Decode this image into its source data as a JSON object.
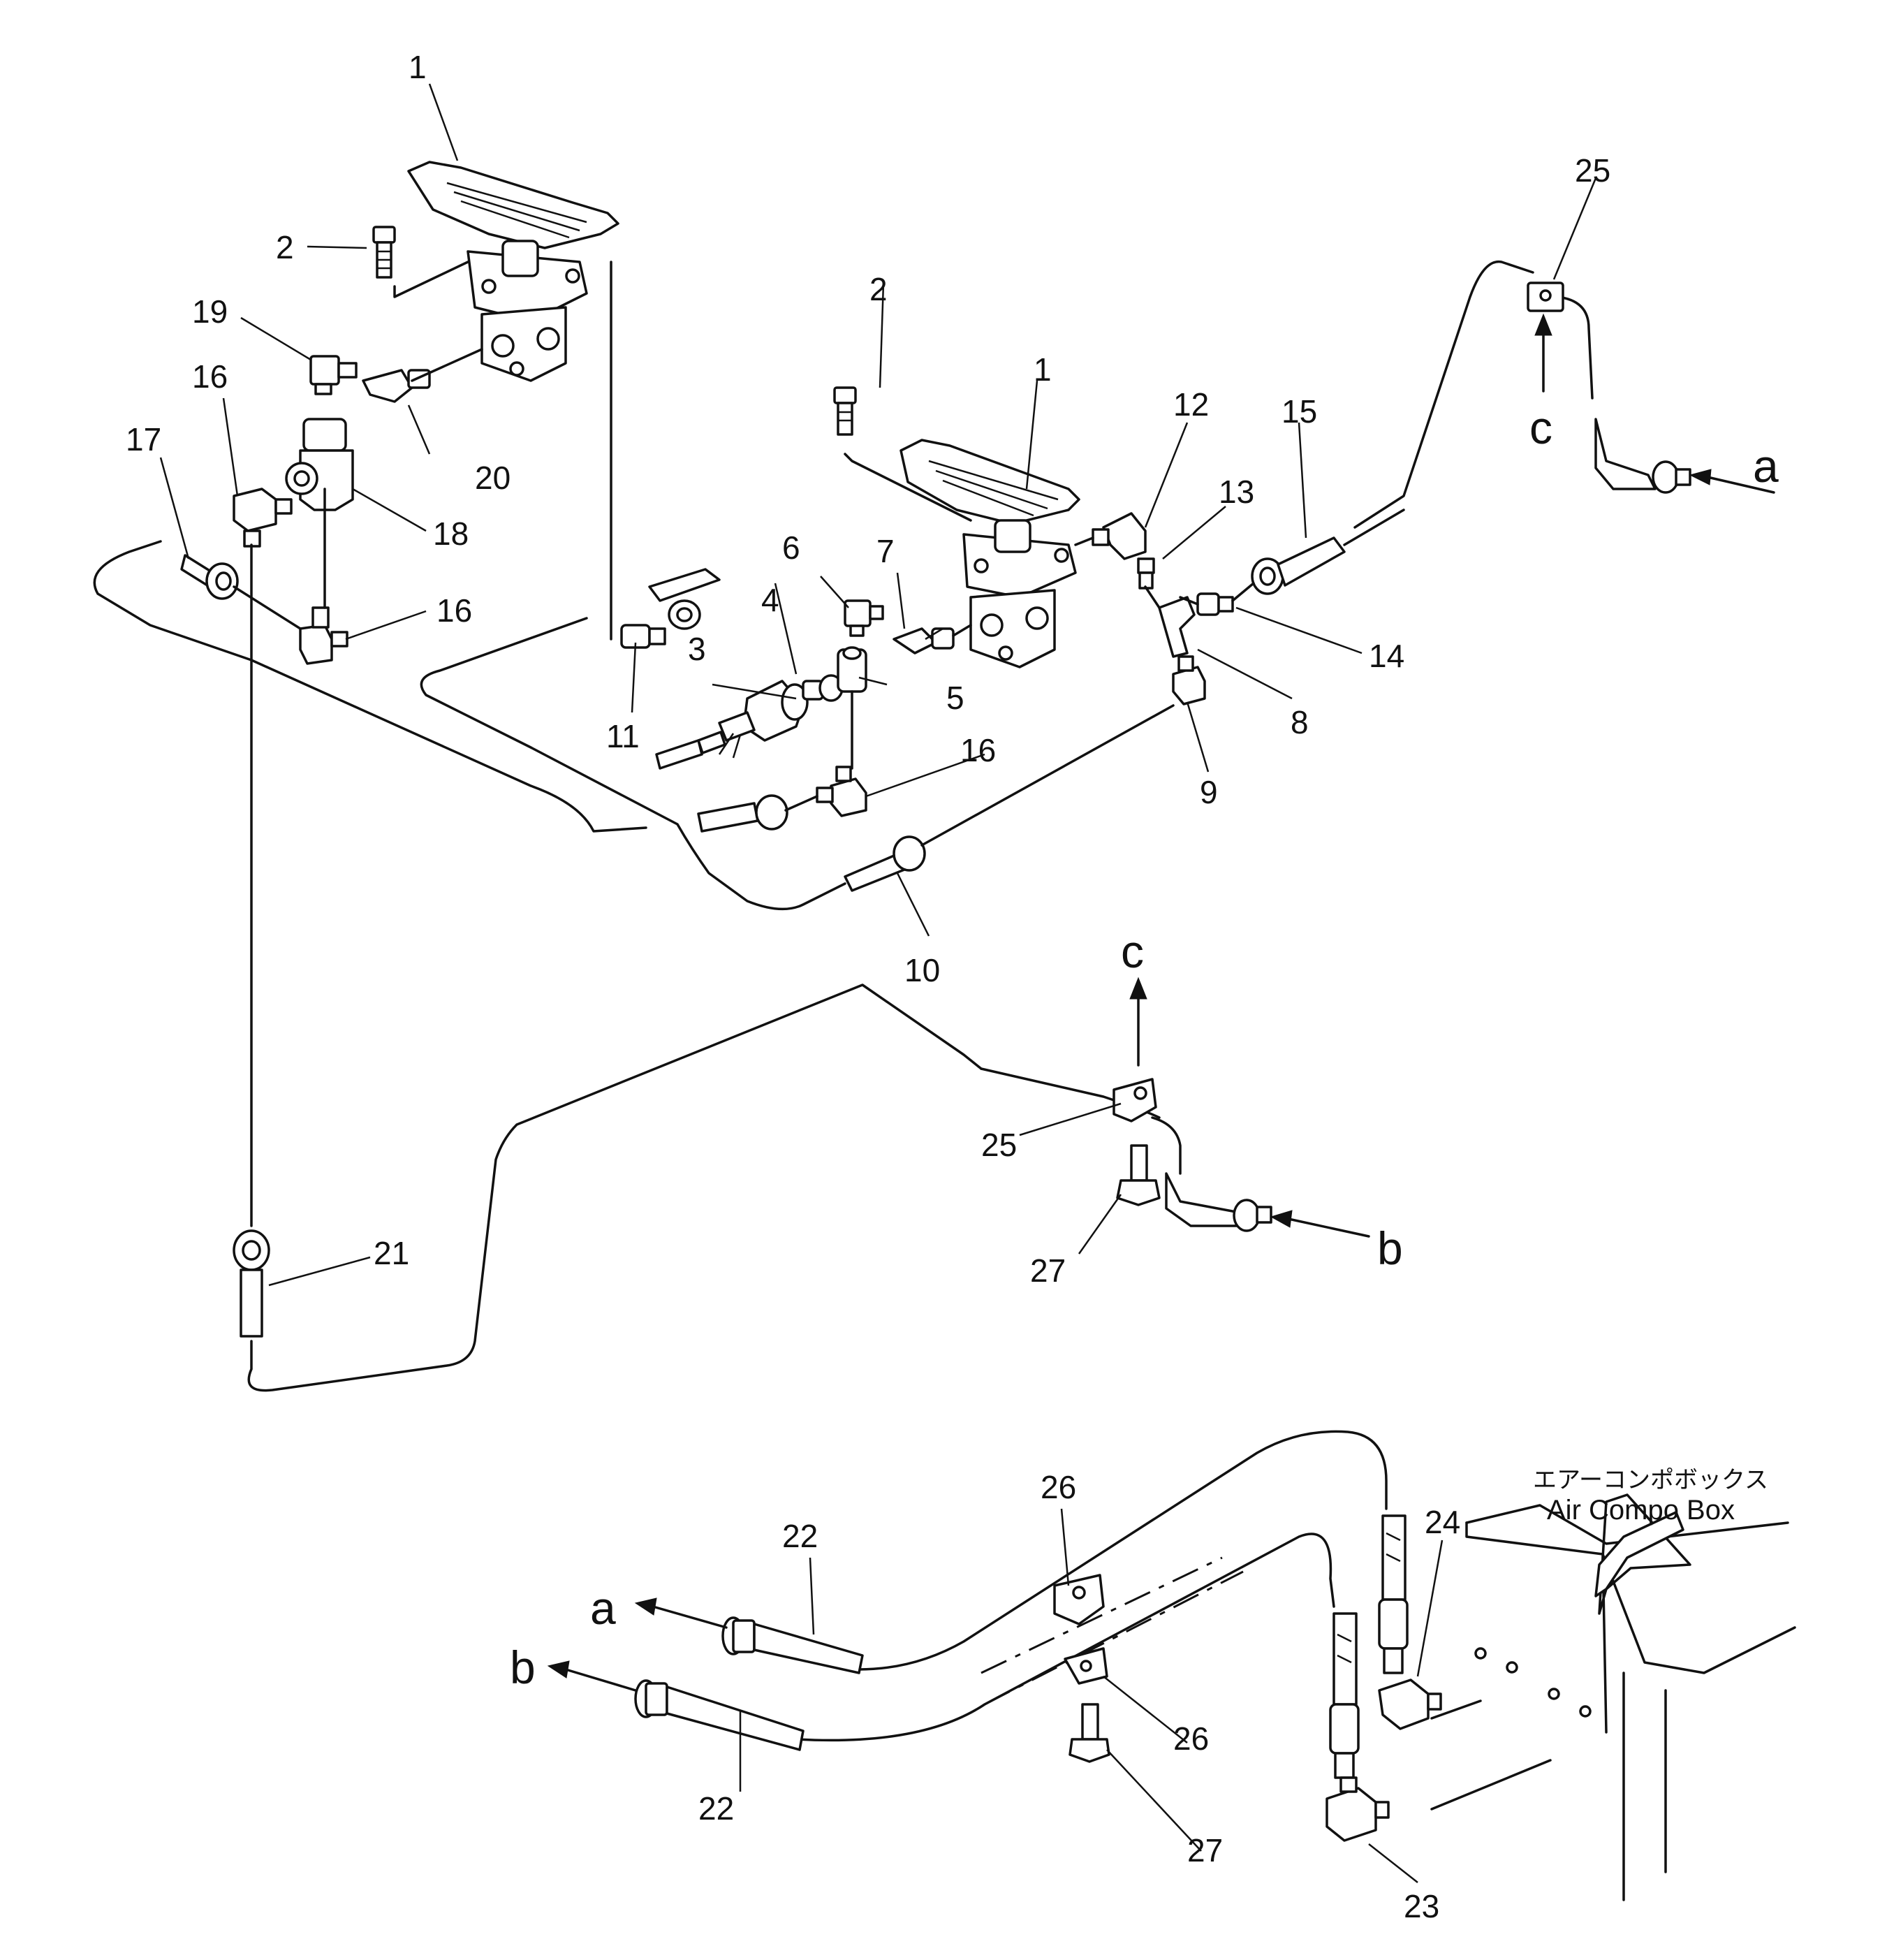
{
  "diagram": {
    "callouts": {
      "c1": "1",
      "c1b": "1",
      "c2": "2",
      "c2b": "2",
      "c3": "3",
      "c4": "4",
      "c5": "5",
      "c6": "6",
      "c7": "7",
      "c8": "8",
      "c9": "9",
      "c10": "10",
      "c11": "11",
      "c12": "12",
      "c13": "13",
      "c14": "14",
      "c15": "15",
      "c16a": "16",
      "c16b": "16",
      "c16c": "16",
      "c17": "17",
      "c18": "18",
      "c19": "19",
      "c20": "20",
      "c21": "21",
      "c22a": "22",
      "c22b": "22",
      "c23": "23",
      "c24": "24",
      "c25a": "25",
      "c25b": "25",
      "c26a": "26",
      "c26b": "26",
      "c27a": "27",
      "c27b": "27"
    },
    "connectors": {
      "a_right": "a",
      "c_top": "c",
      "c_mid": "c",
      "b_mid": "b",
      "a_bottom": "a",
      "b_bottom": "b"
    },
    "caption": {
      "japanese": "エアーコンポボックス",
      "english": "Air Compo Box"
    }
  }
}
